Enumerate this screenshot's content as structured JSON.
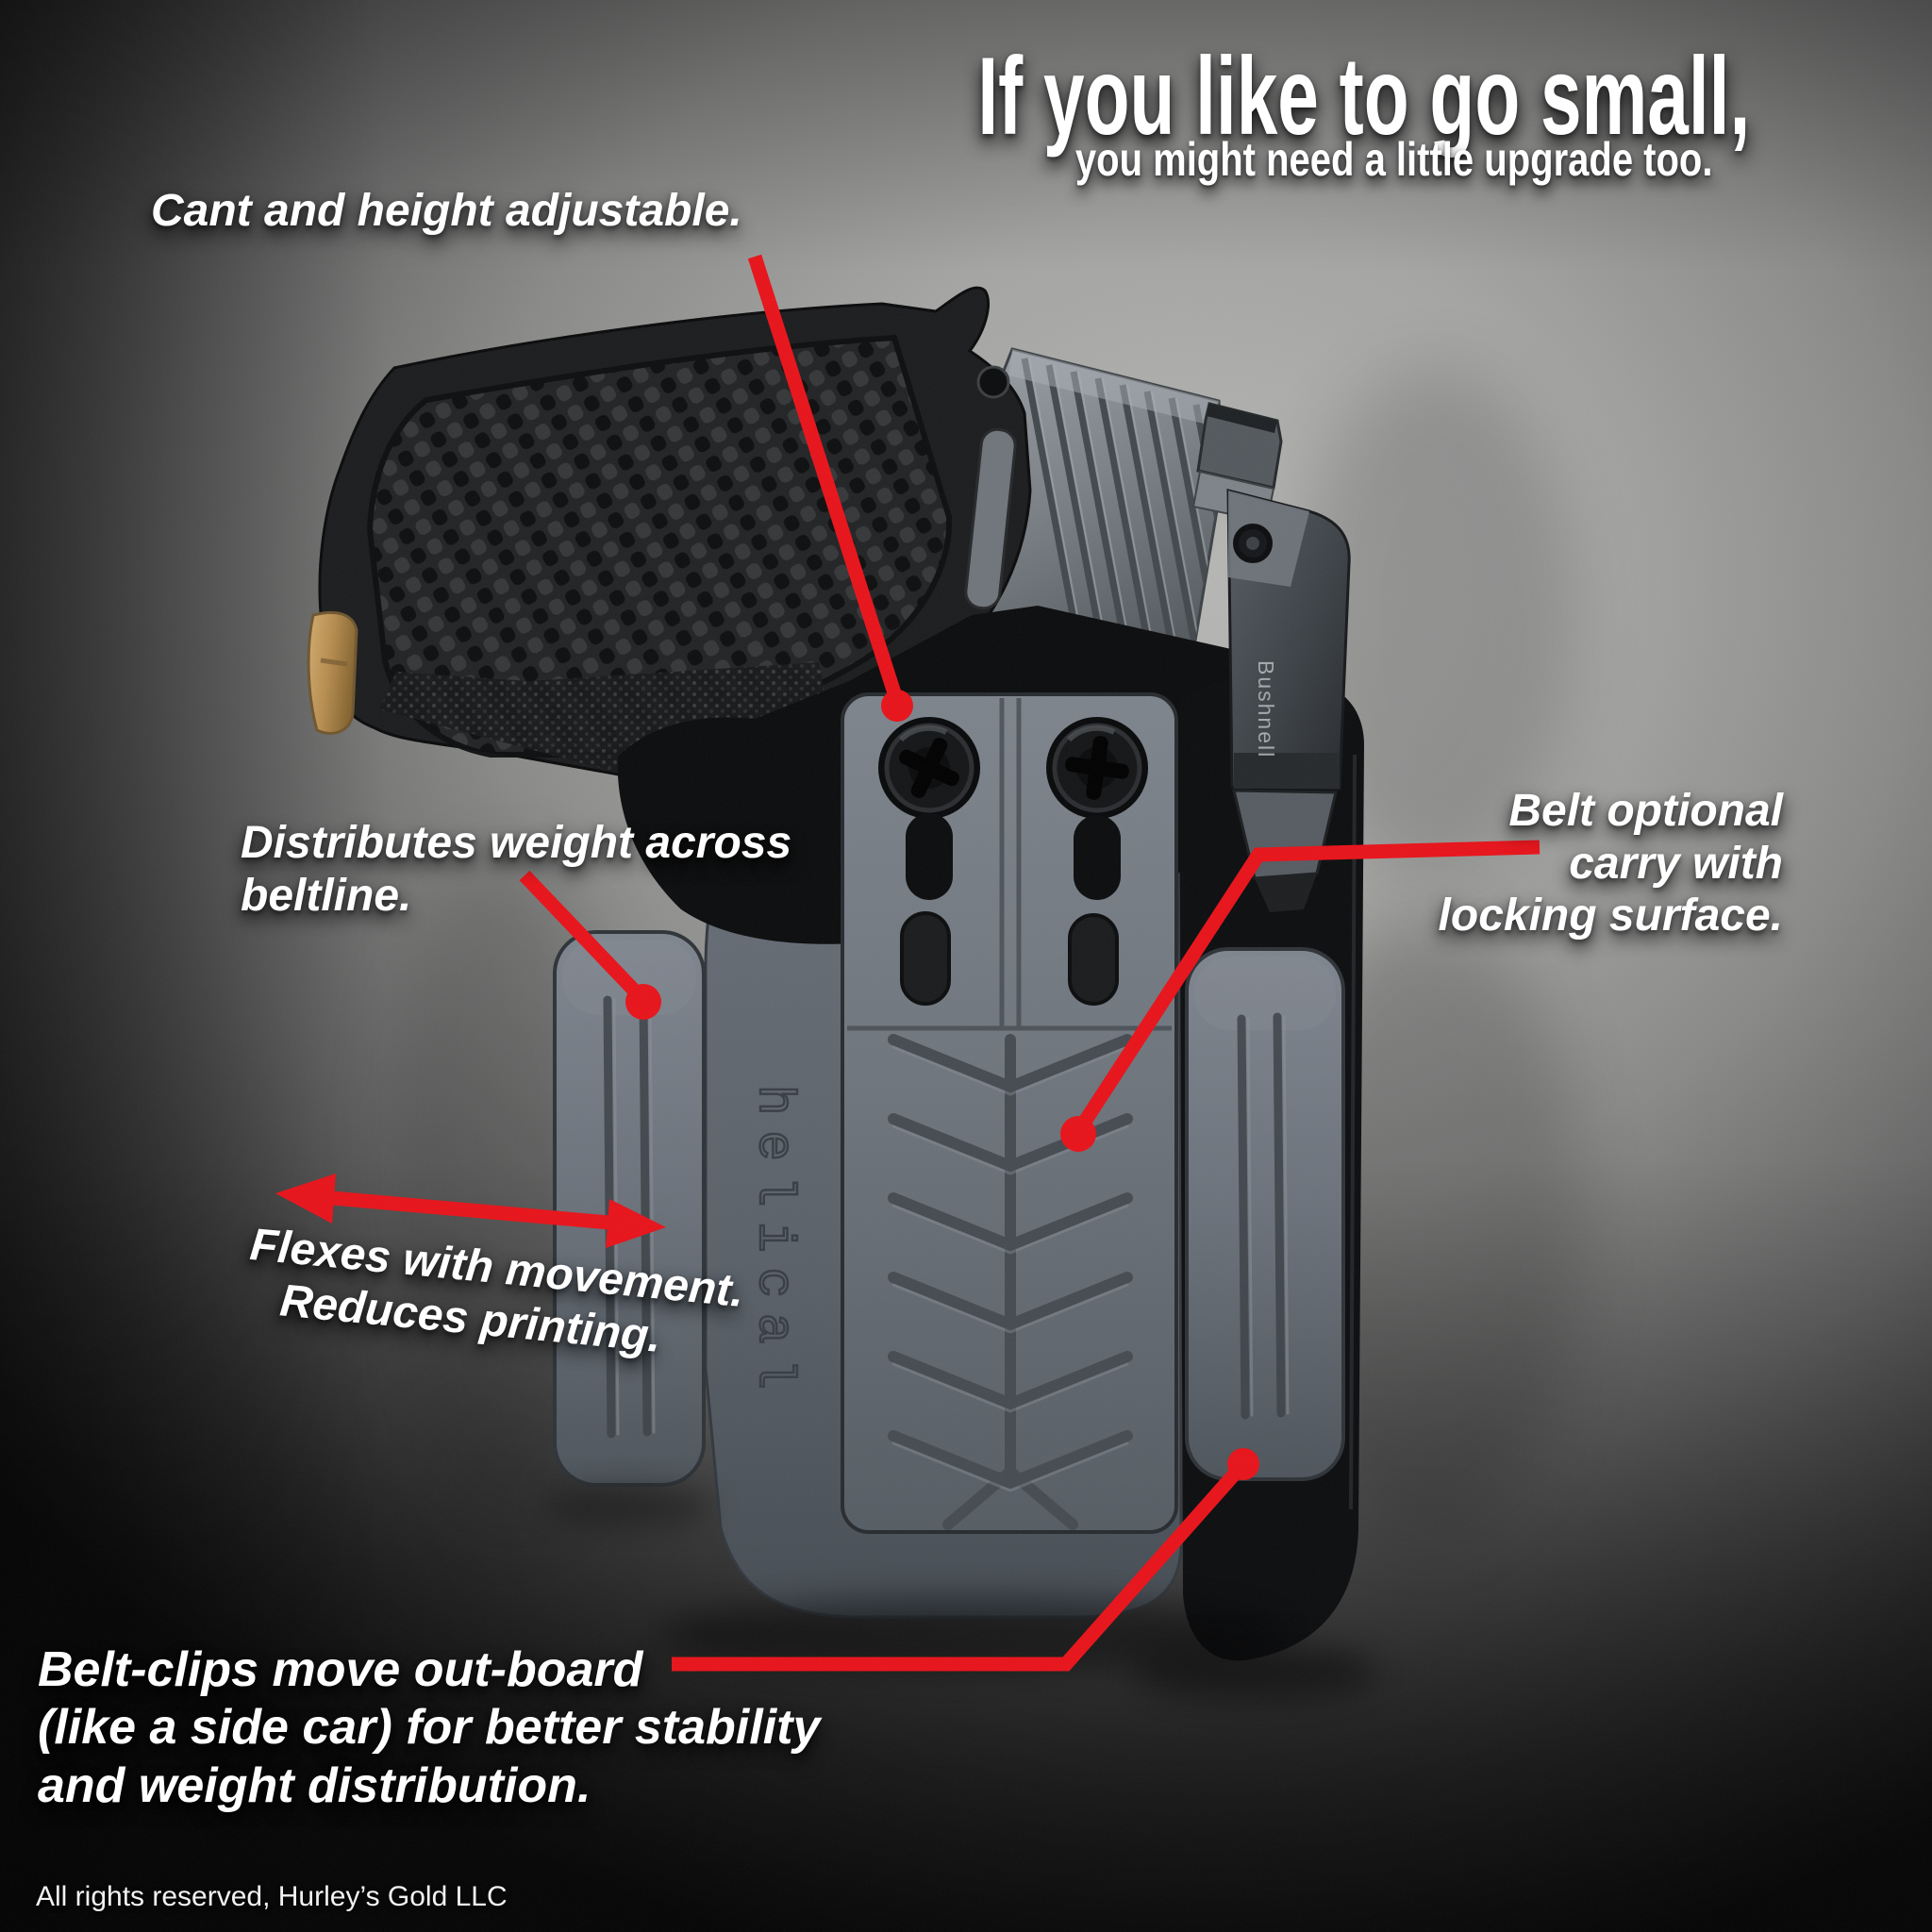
{
  "poster": {
    "headline": "If you like to go small,",
    "subheadline": "you might need a little upgrade too.",
    "callouts": {
      "cant": "Cant and height adjustable.",
      "weight_line1": "Distributes weight across",
      "weight_line2": "beltline.",
      "flex_line1": "Flexes with movement.",
      "flex_line2": "Reduces printing.",
      "belt_optional_line1": "Belt optional",
      "belt_optional_line2": "carry with",
      "belt_optional_line3": "locking surface.",
      "belt_clips_line1": "Belt-clips move out-board",
      "belt_clips_line2": "(like a side car) for better stability",
      "belt_clips_line3": "and weight distribution."
    },
    "markings": {
      "holster_brand": "helical",
      "optic_brand": "Bushnell"
    },
    "footer": "All rights reserved, Hurley’s Gold LLC",
    "colors": {
      "annotation_red": "#e8131a",
      "label_white": "#ffffff"
    }
  }
}
